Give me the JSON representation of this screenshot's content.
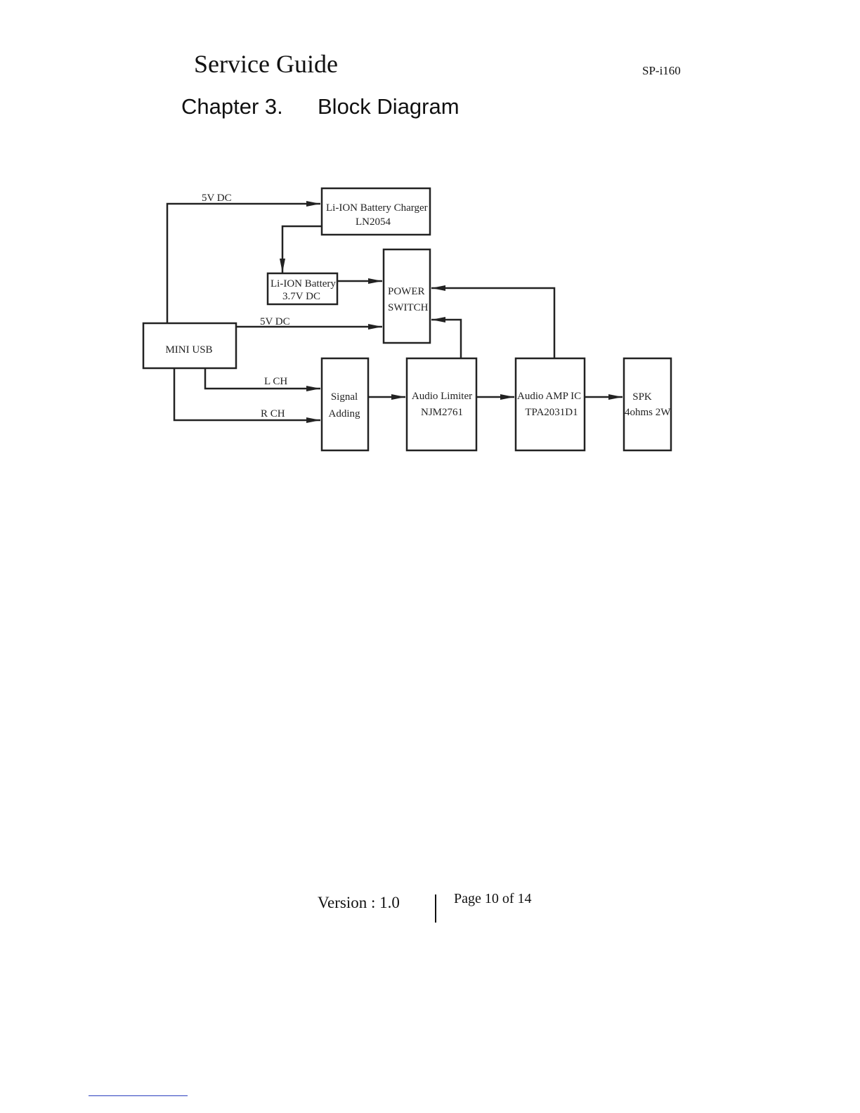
{
  "header": {
    "title": "Service Guide",
    "model": "SP-i160"
  },
  "chapter": {
    "number": "Chapter 3.",
    "title": "Block Diagram"
  },
  "diagram": {
    "blocks": {
      "mini_usb": {
        "lines": [
          "MINI USB"
        ]
      },
      "charger": {
        "lines": [
          "Li-ION Battery Charger",
          "LN2054"
        ]
      },
      "battery": {
        "lines": [
          "Li-ION Battery",
          "3.7V DC"
        ]
      },
      "power_switch": {
        "lines": [
          "POWER",
          "SWITCH"
        ]
      },
      "signal_adding": {
        "lines": [
          "Signal",
          "Adding"
        ]
      },
      "audio_limiter": {
        "lines": [
          "Audio Limiter",
          "NJM2761"
        ]
      },
      "audio_amp": {
        "lines": [
          "Audio AMP IC",
          "TPA2031D1"
        ]
      },
      "speaker": {
        "lines": [
          "SPK",
          "4ohms 2W"
        ]
      }
    },
    "connection_labels": {
      "usb_to_charger": "5V DC",
      "usb_to_switch": "5V DC",
      "left_channel": "L CH",
      "right_channel": "R CH"
    }
  },
  "footer": {
    "version": "Version : 1.0",
    "page": "Page 10 of 14"
  }
}
